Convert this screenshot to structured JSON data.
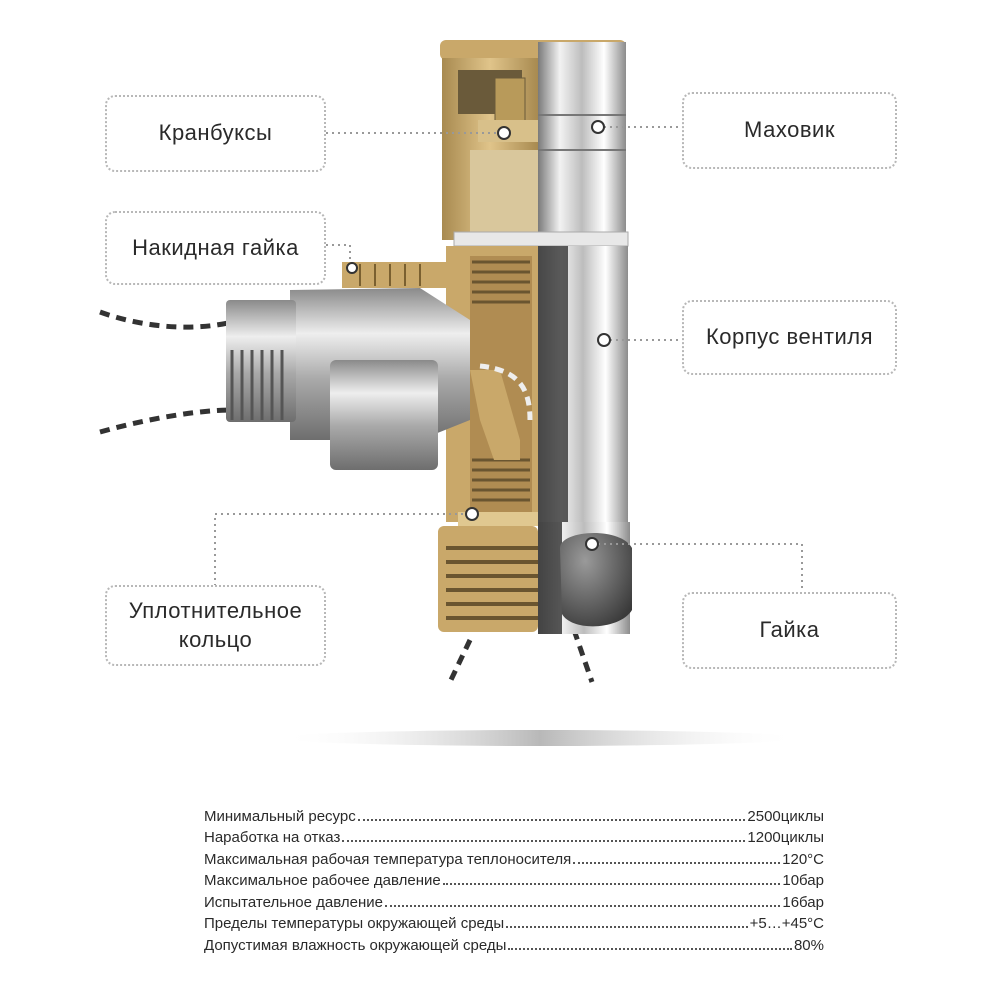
{
  "labels": {
    "kranbuksy": "Кранбуксы",
    "nakidnaya_gayka": "Накидная гайка",
    "uplotnitelnoe_koltso": "Уплотнительное\nкольцо",
    "makhovik": "Маховик",
    "korpus_ventilya": "Корпус вентиля",
    "gayka": "Гайка"
  },
  "specs": [
    {
      "name": "Минимальный ресурс",
      "value": "2500циклы"
    },
    {
      "name": "Наработка на отказ",
      "value": "1200циклы"
    },
    {
      "name": "Максимальная рабочая температура теплоносителя",
      "value": "120°С"
    },
    {
      "name": "Максимальное рабочее давление",
      "value": "10бар"
    },
    {
      "name": "Испытательное давление",
      "value": "16бар"
    },
    {
      "name": "Пределы температуры окружающей среды",
      "value": "+5…+45°С"
    },
    {
      "name": "Допустимая влажность окружающей среды",
      "value": "80%"
    }
  ],
  "colors": {
    "brass": "#c9a86a",
    "brass_dark": "#8a6a35",
    "chrome": "#d9d9d9",
    "box_border": "#b8b8b8",
    "text": "#2a2a2a"
  }
}
